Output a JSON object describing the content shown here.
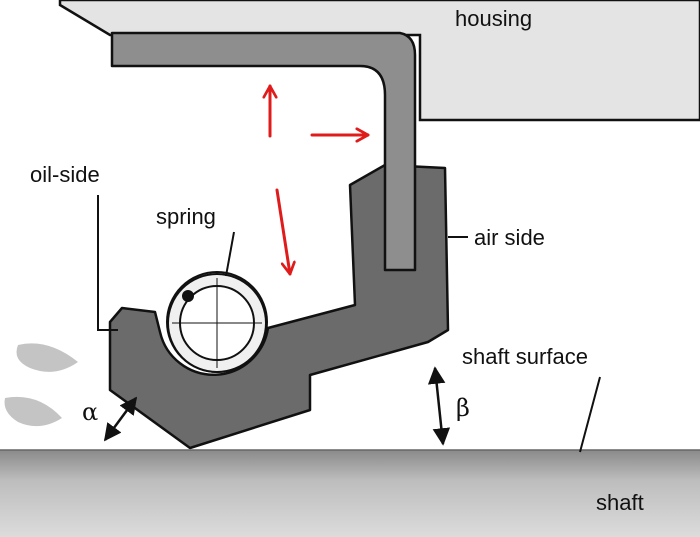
{
  "labels": {
    "housing": "housing",
    "oil_side": "oil-side",
    "spring": "spring",
    "air_side": "air side",
    "shaft_surface": "shaft surface",
    "shaft": "shaft",
    "alpha": "α",
    "beta": "β"
  },
  "colors": {
    "housing": "#e4e4e4",
    "seal_body": "#6b6b6b",
    "metal_case": "#8e8e8e",
    "outline": "#111111",
    "spring_ring": "#f2f2f2",
    "arrow_force": "#e01b1b",
    "oil_drops": "#c8c8c8",
    "shaft_light": "#d6d6d6",
    "shaft_dark": "#8a8a8a"
  }
}
